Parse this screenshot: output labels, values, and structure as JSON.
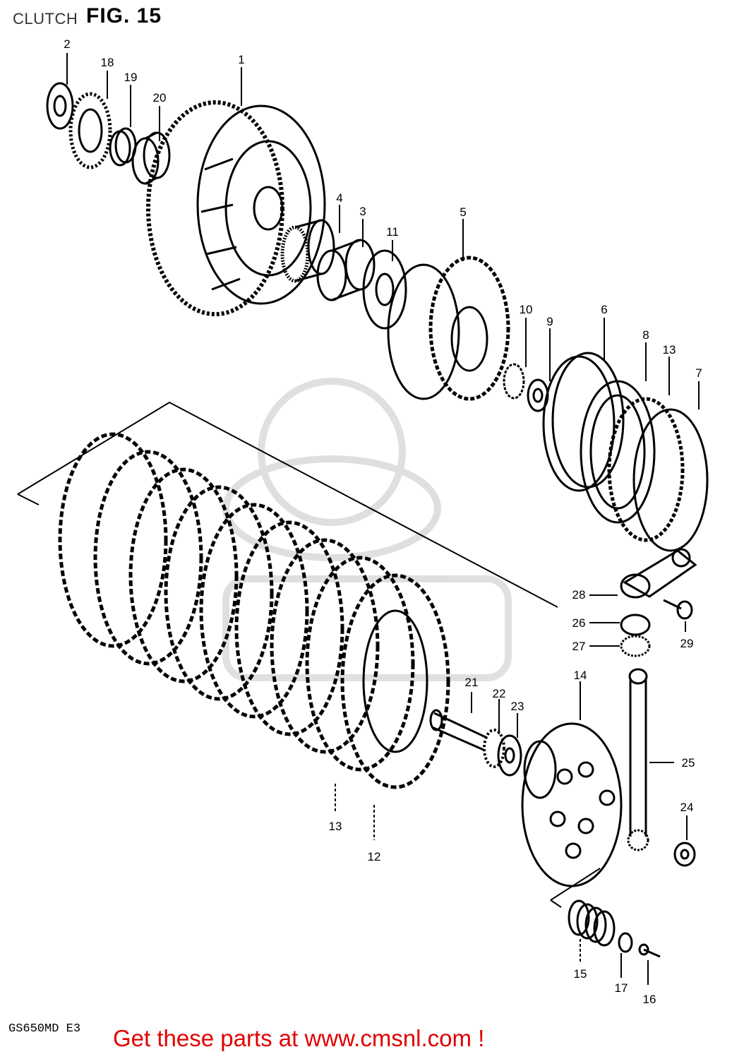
{
  "header": {
    "title": "CLUTCH",
    "figure_label": "FIG. 15"
  },
  "callouts": {
    "c1": "1",
    "c2": "2",
    "c3": "3",
    "c4": "4",
    "c5": "5",
    "c6": "6",
    "c7": "7",
    "c8": "8",
    "c9": "9",
    "c10": "10",
    "c11": "11",
    "c12": "12",
    "c13a": "13",
    "c13b": "13",
    "c14": "14",
    "c15": "15",
    "c16": "16",
    "c17": "17",
    "c18": "18",
    "c19": "19",
    "c20": "20",
    "c21": "21",
    "c22": "22",
    "c23": "23",
    "c24": "24",
    "c25": "25",
    "c26": "26",
    "c27": "27",
    "c28": "28",
    "c29": "29"
  },
  "footer": {
    "model_code": "GS650MD E3",
    "link_text": "Get these parts at www.cmsnl.com !",
    "link_color": "#e00000"
  }
}
